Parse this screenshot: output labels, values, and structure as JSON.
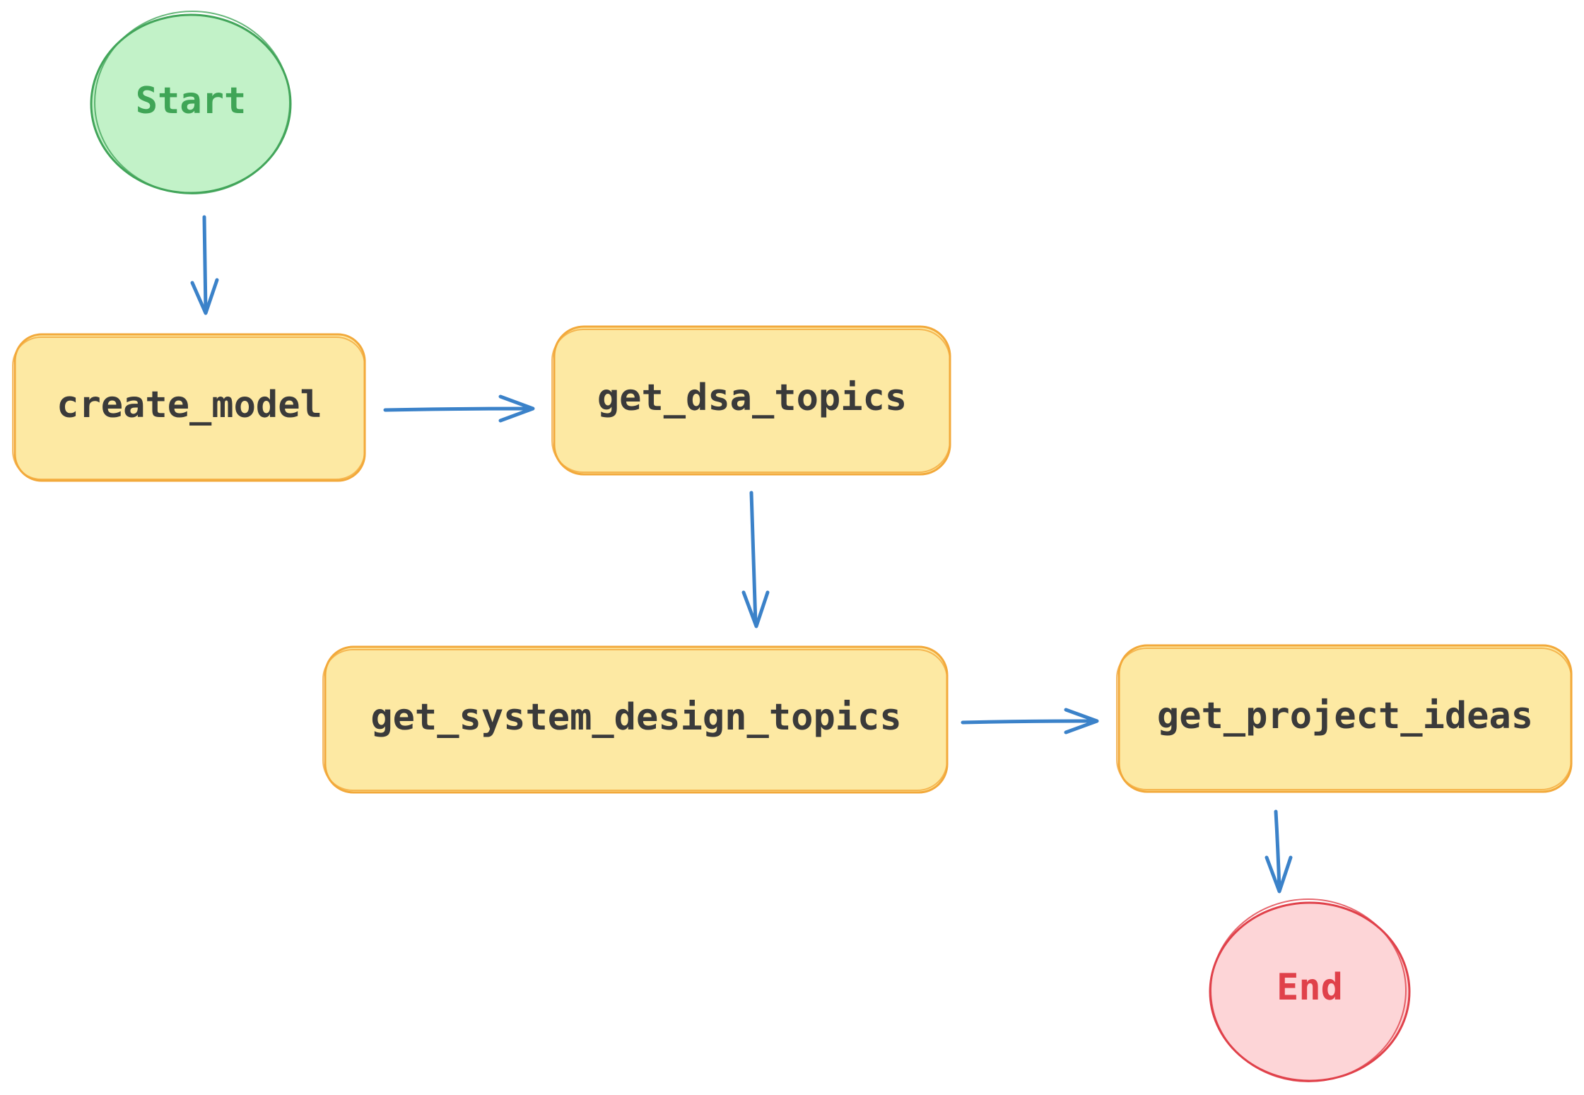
{
  "diagram": {
    "nodes": [
      {
        "id": "start",
        "label": "Start",
        "kind": "terminal-start"
      },
      {
        "id": "create_model",
        "label": "create_model",
        "kind": "process"
      },
      {
        "id": "get_dsa_topics",
        "label": "get_dsa_topics",
        "kind": "process"
      },
      {
        "id": "get_system_design_topics",
        "label": "get_system_design_topics",
        "kind": "process"
      },
      {
        "id": "get_project_ideas",
        "label": "get_project_ideas",
        "kind": "process"
      },
      {
        "id": "end",
        "label": "End",
        "kind": "terminal-end"
      }
    ],
    "edges": [
      {
        "from": "start",
        "to": "create_model"
      },
      {
        "from": "create_model",
        "to": "get_dsa_topics"
      },
      {
        "from": "get_dsa_topics",
        "to": "get_system_design_topics"
      },
      {
        "from": "get_system_design_topics",
        "to": "get_project_ideas"
      },
      {
        "from": "get_project_ideas",
        "to": "end"
      }
    ],
    "colors": {
      "process_fill": "#fde9a3",
      "process_stroke": "#f2a93b",
      "start_fill": "#c2f2c8",
      "start_stroke": "#42a55a",
      "end_fill": "#fdd5d7",
      "end_stroke": "#e0414a",
      "edge": "#3b82c9",
      "text": "#3a3a3a"
    }
  }
}
